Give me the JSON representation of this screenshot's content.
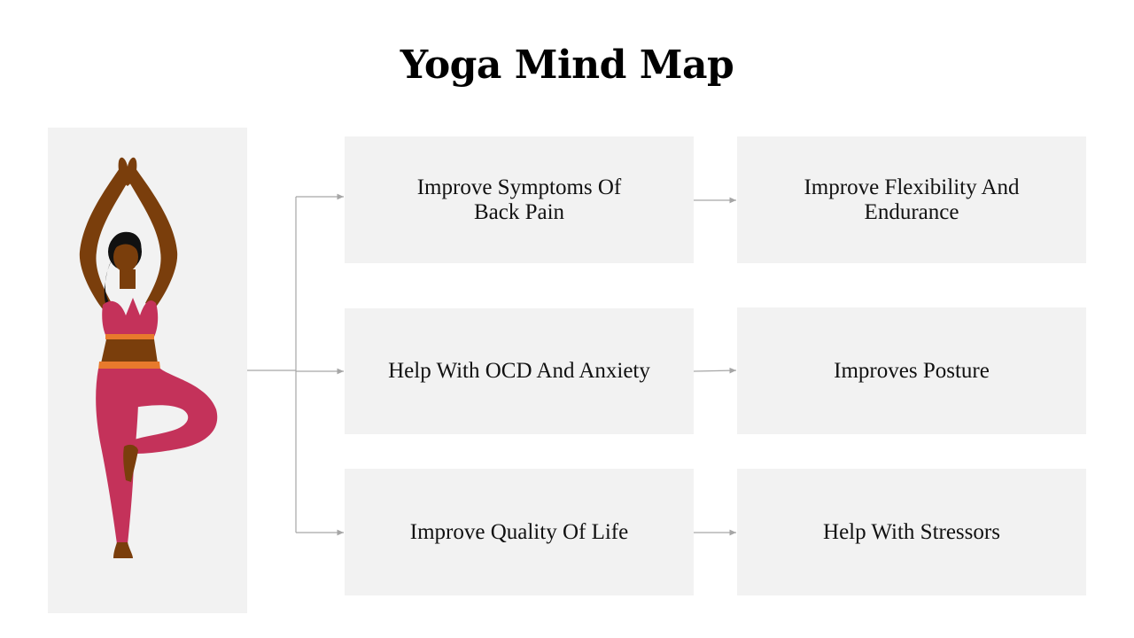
{
  "title": "Yoga Mind Map",
  "column1": [
    {
      "text": "Improve Symptoms Of\nBack Pain"
    },
    {
      "text": "Help With OCD And Anxiety"
    },
    {
      "text": "Improve Quality Of Life"
    }
  ],
  "column2": [
    {
      "text": "Improve Flexibility And\nEndurance"
    },
    {
      "text": "Improves Posture"
    },
    {
      "text": "Help With Stressors"
    }
  ],
  "colors": {
    "box_background": "#f2f2f2",
    "connector": "#a6a6a6",
    "skin": "#7a3e0c",
    "outfit": "#c4325a",
    "belt": "#e87a2c",
    "hair": "#111111"
  }
}
